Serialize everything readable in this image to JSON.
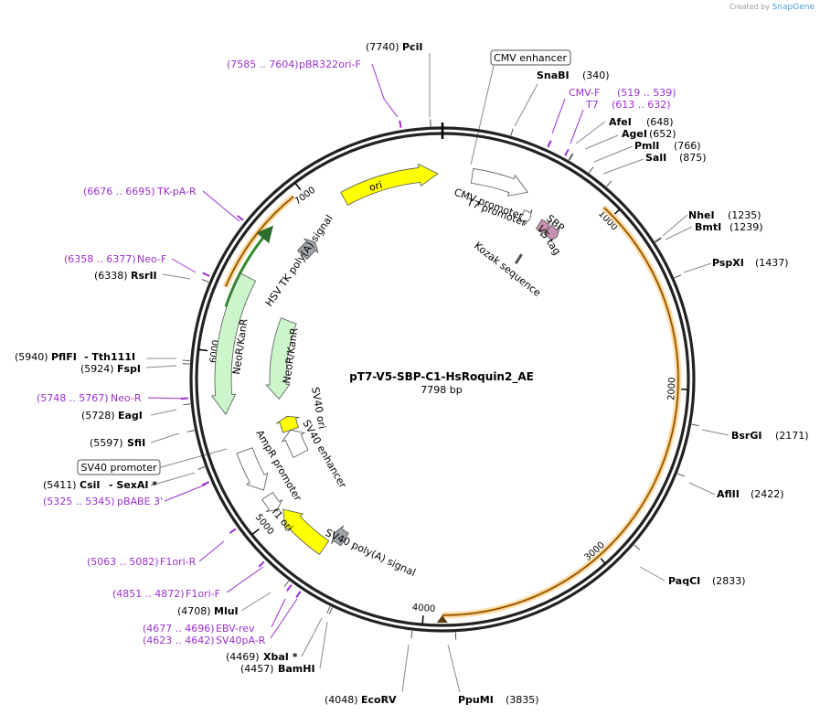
{
  "brand": {
    "prefix": "Created by",
    "name": "SnapGene"
  },
  "plasmid": {
    "name": "pT7-V5-SBP-C1-HsRoquin2_AE",
    "length": 7798,
    "length_label": "7798 bp"
  },
  "ticks": [
    1000,
    2000,
    3000,
    4000,
    5000,
    6000,
    7000
  ],
  "sites": [
    {
      "id": "PciI",
      "name": "PciI",
      "pos": 7740,
      "pos_label": "(7740)"
    },
    {
      "id": "SnaBI",
      "name": "SnaBI",
      "pos": 340,
      "pos_label": "(340)"
    },
    {
      "id": "AfeI",
      "name": "AfeI",
      "pos": 648,
      "pos_label": "(648)"
    },
    {
      "id": "AgeI",
      "name": "AgeI",
      "pos": 652,
      "pos_label": "(652)"
    },
    {
      "id": "PmlI",
      "name": "PmlI",
      "pos": 766,
      "pos_label": "(766)"
    },
    {
      "id": "SalI",
      "name": "SalI",
      "pos": 875,
      "pos_label": "(875)"
    },
    {
      "id": "NheI",
      "name": "NheI",
      "pos": 1235,
      "pos_label": "(1235)"
    },
    {
      "id": "BmtI",
      "name": "BmtI",
      "pos": 1239,
      "pos_label": "(1239)"
    },
    {
      "id": "PspXI",
      "name": "PspXI",
      "pos": 1437,
      "pos_label": "(1437)"
    },
    {
      "id": "BsrGI",
      "name": "BsrGI",
      "pos": 2171,
      "pos_label": "(2171)"
    },
    {
      "id": "AflII",
      "name": "AflII",
      "pos": 2422,
      "pos_label": "(2422)"
    },
    {
      "id": "PaqCI",
      "name": "PaqCI",
      "pos": 2833,
      "pos_label": "(2833)"
    },
    {
      "id": "PpuMI",
      "name": "PpuMI",
      "pos": 3835,
      "pos_label": "(3835)"
    },
    {
      "id": "EcoRV",
      "name": "EcoRV",
      "pos": 4048,
      "pos_label": "(4048)"
    },
    {
      "id": "BamHI",
      "name": "BamHI",
      "pos": 4457,
      "pos_label": "(4457)"
    },
    {
      "id": "XbaI",
      "name": "XbaI *",
      "pos": 4469,
      "pos_label": "(4469)"
    },
    {
      "id": "MluI",
      "name": "MluI",
      "pos": 4708,
      "pos_label": "(4708)"
    },
    {
      "id": "CsiI",
      "name": "CsiI",
      "name2": "- SexAI *",
      "pos": 5411,
      "pos_label": "(5411)"
    },
    {
      "id": "SfiI",
      "name": "SfiI",
      "pos": 5597,
      "pos_label": "(5597)"
    },
    {
      "id": "EagI",
      "name": "EagI",
      "pos": 5728,
      "pos_label": "(5728)"
    },
    {
      "id": "FspI",
      "name": "FspI",
      "pos": 5924,
      "pos_label": "(5924)"
    },
    {
      "id": "PflFI",
      "name": "PflFI",
      "name2": "- Tth111I",
      "pos": 5940,
      "pos_label": "(5940)"
    },
    {
      "id": "RsrII",
      "name": "RsrII",
      "pos": 6338,
      "pos_label": "(6338)"
    }
  ],
  "primers": [
    {
      "id": "pBR322ori-F",
      "name": "pBR322ori-F",
      "range": "(7585 .. 7604)",
      "pos": 7595
    },
    {
      "id": "CMV-F",
      "name": "CMV-F",
      "range": "(519 .. 539)",
      "pos": 529
    },
    {
      "id": "T7",
      "name": "T7",
      "range": "(613 .. 632)",
      "pos": 622
    },
    {
      "id": "TK-pA-R",
      "name": "TK-pA-R",
      "range": "(6676 .. 6695)",
      "pos": 6685
    },
    {
      "id": "Neo-F",
      "name": "Neo-F",
      "range": "(6358 .. 6377)",
      "pos": 6367
    },
    {
      "id": "Neo-R",
      "name": "Neo-R",
      "range": "(5748 .. 5767)",
      "pos": 5757
    },
    {
      "id": "pBABE-3",
      "name": "pBABE 3'",
      "range": "(5325 .. 5345)",
      "pos": 5335
    },
    {
      "id": "F1ori-R",
      "name": "F1ori-R",
      "range": "(5063 .. 5082)",
      "pos": 5072
    },
    {
      "id": "F1ori-F",
      "name": "F1ori-F",
      "range": "(4851 .. 4872)",
      "pos": 4861
    },
    {
      "id": "EBV-rev",
      "name": "EBV-rev",
      "range": "(4677 .. 4696)",
      "pos": 4686
    },
    {
      "id": "SV40pA-R",
      "name": "SV40pA-R",
      "range": "(4623 .. 4642)",
      "pos": 4632
    }
  ],
  "boxed_features": [
    {
      "id": "cmv-enhancer",
      "name": "CMV enhancer"
    },
    {
      "id": "sv40-promoter",
      "name": "SV40 promoter"
    }
  ],
  "features": [
    {
      "id": "ori",
      "name": "ori",
      "color": "#ffff00"
    },
    {
      "id": "cmv-promoter",
      "name": "CMV promoter",
      "color": "#ffffff"
    },
    {
      "id": "t7-promoter",
      "name": "T7 promoter",
      "color": "#ffffff"
    },
    {
      "id": "sbp",
      "name": "SBP",
      "color": "#c890b0"
    },
    {
      "id": "v5-tag",
      "name": "V5 tag",
      "color": "#c890b0"
    },
    {
      "id": "kozak",
      "name": "Kozak sequence",
      "color": "#ffffff"
    },
    {
      "id": "hsv-tk-polya",
      "name": "HSV TK poly(A) signal",
      "color": "#a0a4a8"
    },
    {
      "id": "neokanr",
      "name": "NeoR/KanR",
      "color": "#ccf5cc"
    },
    {
      "id": "sv40-ori",
      "name": "SV40 ori",
      "color": "#ffff00"
    },
    {
      "id": "sv40-enhancer",
      "name": "SV40 enhancer",
      "color": "#ffffff"
    },
    {
      "id": "ampr-promoter",
      "name": "AmpR promoter",
      "color": "#ffffff"
    },
    {
      "id": "f1-ori",
      "name": "f1 ori",
      "color": "#ffff00"
    },
    {
      "id": "sv40-polya",
      "name": "SV40 poly(A) signal",
      "color": "#a0a4a8"
    }
  ],
  "colors": {
    "backbone": "#222222",
    "insert": "#f2a63a",
    "insert_glow": "#fbe2b8",
    "primer": "#9b30d0",
    "orf": "#2e8b2e"
  }
}
